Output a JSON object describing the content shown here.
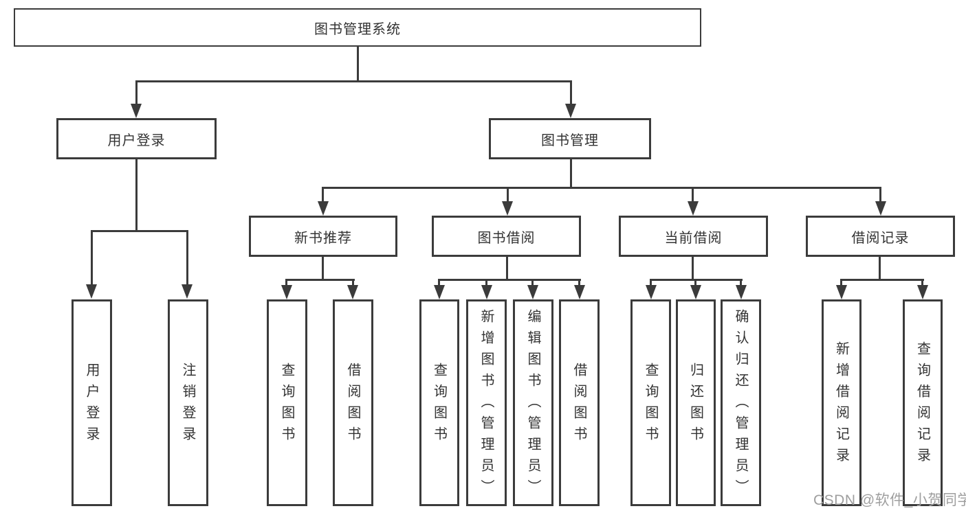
{
  "tree": {
    "label": "图书管理系统",
    "children": [
      {
        "label": "用户登录",
        "children": [
          {
            "label": "用户登录"
          },
          {
            "label": "注销登录"
          }
        ]
      },
      {
        "label": "图书管理",
        "children": [
          {
            "label": "新书推荐",
            "children": [
              {
                "label": "查询图书"
              },
              {
                "label": "借阅图书"
              }
            ]
          },
          {
            "label": "图书借阅",
            "children": [
              {
                "label": "查询图书"
              },
              {
                "label": "新增图书（管理员）"
              },
              {
                "label": "编辑图书（管理员）"
              },
              {
                "label": "借阅图书"
              }
            ]
          },
          {
            "label": "当前借阅",
            "children": [
              {
                "label": "查询图书"
              },
              {
                "label": "归还图书"
              },
              {
                "label": "确认归还（管理员）"
              }
            ]
          },
          {
            "label": "借阅记录",
            "children": [
              {
                "label": "新增借阅记录"
              },
              {
                "label": "查询借阅记录"
              }
            ]
          }
        ]
      }
    ]
  },
  "watermark": {
    "text": "CSDN @软件_小贺同学",
    "color": "#9e9e9e"
  },
  "colors": {
    "line": "#3b3b3b",
    "text": "#333333",
    "background": "#ffffff"
  }
}
